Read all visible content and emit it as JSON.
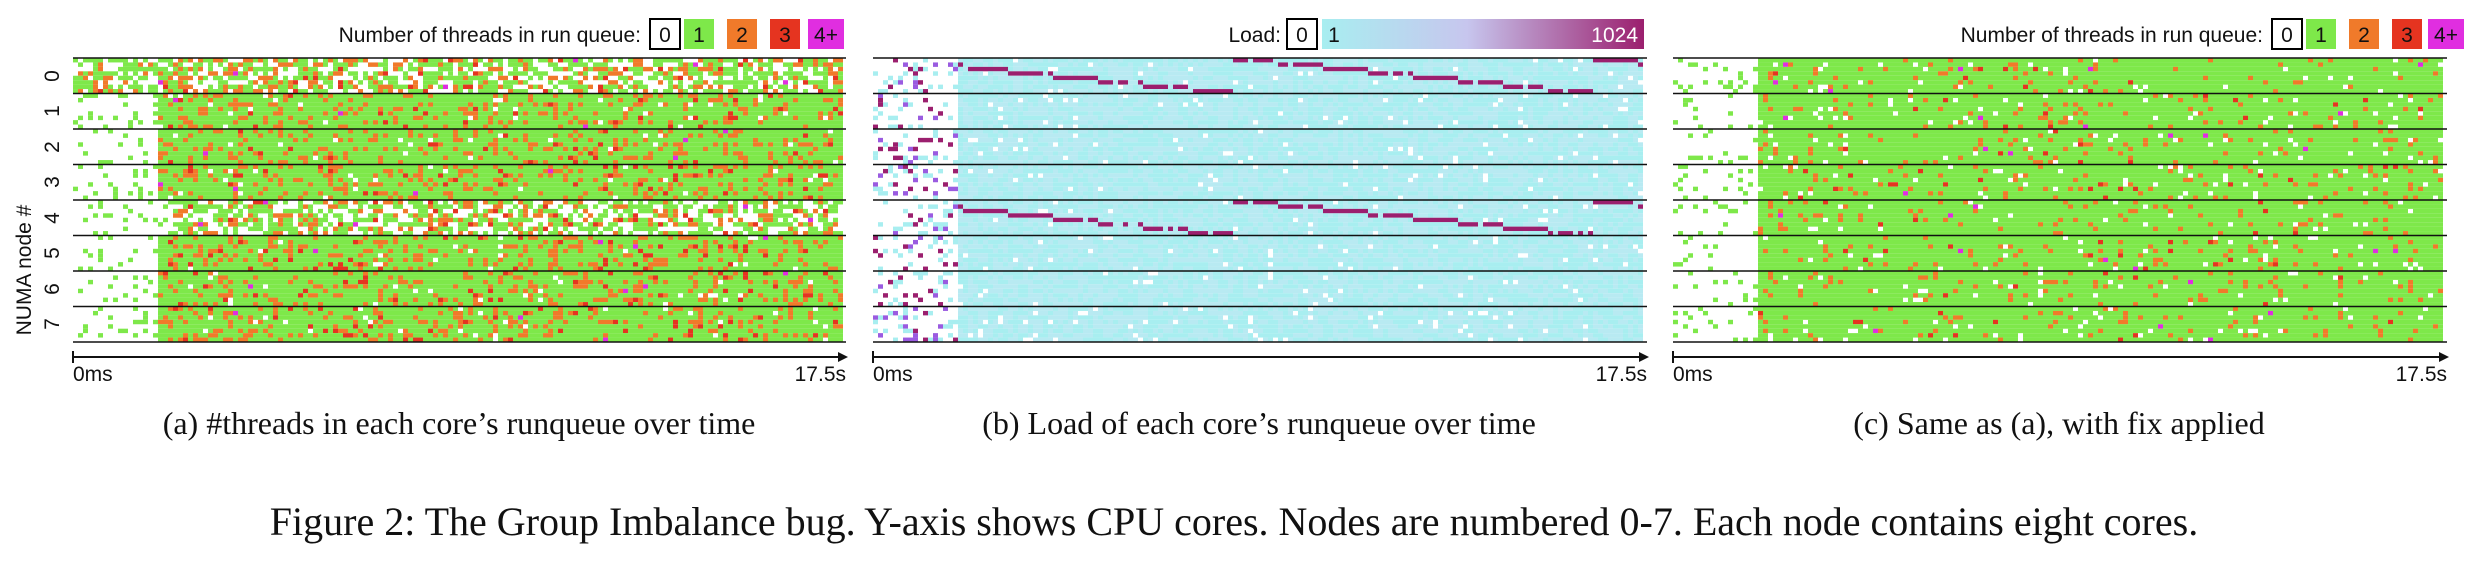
{
  "figure_caption": "Figure 2: The Group Imbalance bug. Y-axis shows CPU cores. Nodes are numbered 0-7. Each node contains eight cores.",
  "colors": {
    "zero": "#ffffff",
    "one": "#7ee84a",
    "two": "#f07a2a",
    "three": "#e53420",
    "four_plus": "#e02ee0",
    "load_low": "#a8eef0",
    "load_high": "#9b1f6e"
  },
  "chart_data": [
    {
      "type": "heatmap",
      "caption": "(a) #threads in each core’s runqueue over time",
      "legend_title": "Number of threads in run queue:",
      "legend": [
        "0",
        "1",
        "2",
        "3",
        "4+"
      ],
      "ylabel": "NUMA node #",
      "y_ticks": [
        "0",
        "1",
        "2",
        "3",
        "4",
        "5",
        "6",
        "7"
      ],
      "x_ticks": [
        "0ms",
        "17.5s"
      ],
      "xlim": [
        0,
        17.5
      ],
      "nodes": 8,
      "cores_per_node": 8,
      "busy_start_s": 1.9,
      "node_busy_start_s": [
        0.0,
        1.9,
        1.9,
        1.9,
        2.2,
        1.9,
        1.9,
        1.9
      ]
    },
    {
      "type": "heatmap",
      "caption": "(b) Load of each core’s runqueue over time",
      "legend_title": "Load:",
      "legend": [
        "0",
        "1",
        "1024"
      ],
      "x_ticks": [
        "0ms",
        "17.5s"
      ],
      "xlim": [
        0,
        17.5
      ],
      "nodes": 8,
      "cores_per_node": 8,
      "busy_start_s": 1.9,
      "high_load_nodes": [
        0,
        4
      ]
    },
    {
      "type": "heatmap",
      "caption": "(c) Same as (a), with fix applied",
      "legend_title": "Number of threads in run queue:",
      "legend": [
        "0",
        "1",
        "2",
        "3",
        "4+"
      ],
      "x_ticks": [
        "0ms",
        "17.5s"
      ],
      "xlim": [
        0,
        17.5
      ],
      "nodes": 8,
      "cores_per_node": 8,
      "busy_start_s": 1.9
    }
  ]
}
